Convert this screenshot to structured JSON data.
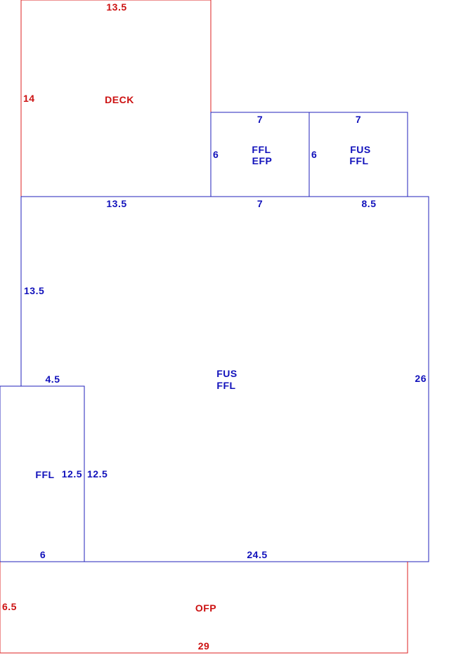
{
  "colors": {
    "red": "#dd2222",
    "blue": "#2222bb"
  },
  "deck": {
    "name": "DECK",
    "top": "13.5",
    "left": "14"
  },
  "room_ffl_efp": {
    "line1": "FFL",
    "line2": "EFP",
    "top": "7",
    "left": "6"
  },
  "room_fus_ffl_small": {
    "line1": "FUS",
    "line2": "FFL",
    "top": "7",
    "left": "6"
  },
  "main": {
    "line1": "FUS",
    "line2": "FFL",
    "top_a": "13.5",
    "top_b": "7",
    "top_c": "8.5",
    "left_upper": "13.5",
    "step": "4.5",
    "right": "26",
    "bottom": "24.5",
    "left_lower": "12.5"
  },
  "room_ffl_left": {
    "name": "FFL",
    "right": "12.5",
    "bottom": "6"
  },
  "ofp": {
    "name": "OFP",
    "left": "6.5",
    "bottom": "29"
  }
}
